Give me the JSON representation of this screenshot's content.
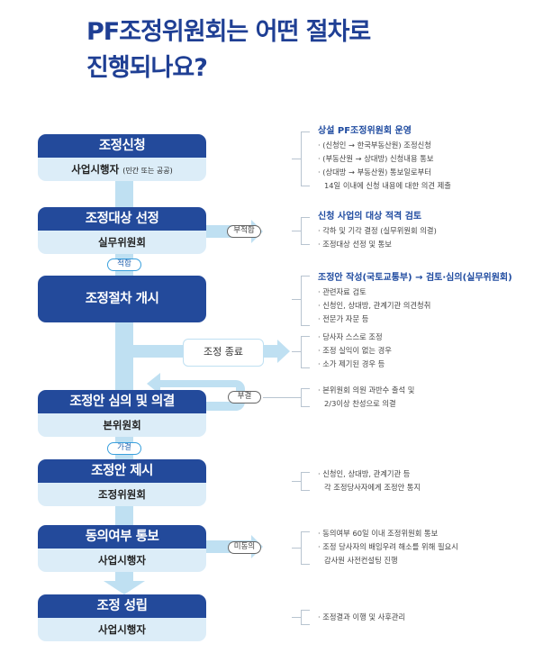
{
  "title": {
    "line1": "PF조정위원회는 어떤 절차로",
    "line2": "진행되나요?"
  },
  "steps": [
    {
      "title": "조정신청",
      "sub": "사업시행자",
      "sub_note": "(민간 또는 공공)"
    },
    {
      "title": "조정대상 선정",
      "sub": "실무위원회"
    },
    {
      "title": "조정절차 개시"
    },
    {
      "title": "조정안 심의 및 의결",
      "sub": "본위원회"
    },
    {
      "title": "조정안 제시",
      "sub": "조정위원회"
    },
    {
      "title": "동의여부 통보",
      "sub": "사업시행자"
    },
    {
      "title": "조정 성립",
      "sub": "사업시행자"
    }
  ],
  "labels": {
    "fit": "적합",
    "unfit": "부적합",
    "end": "조정 종료",
    "reject": "부결",
    "approve": "가결",
    "disagree": "미동의"
  },
  "notes": [
    {
      "title": "상설 PF조정위원회 운영",
      "items": [
        "· (신청인 → 한국부동산원) 조정신청",
        "· (부동산원 → 상대방) 신청내용 통보",
        "· (상대방 → 부동산원) 통보일로부터",
        "  14일 이내에 신청 내용에 대한 의견 제출"
      ]
    },
    {
      "title": "신청 사업의 대상 적격 검토",
      "items": [
        "· 각하 및 기각 결정 (실무위원회 의결)",
        "· 조정대상 선정 및 통보"
      ]
    },
    {
      "title": "조정안 작성(국토교통부) → 검토·심의(실무위원회)",
      "items": [
        "· 관련자료 검토",
        "· 신청인, 상대방, 관계기관 의견청취",
        "· 전문가 자문 등"
      ]
    },
    {
      "items": [
        "· 당사자 스스로 조정",
        "· 조정 실익이 없는 경우",
        "· 소가 제기된 경우 등"
      ]
    },
    {
      "items": [
        "· 본위원회 의원 과반수 출석 및",
        "  2/3이상 찬성으로 의결"
      ]
    },
    {
      "items": [
        "· 신청인, 상대방, 관계기관 등",
        "  각 조정당사자에게 조정안 통지"
      ]
    },
    {
      "items": [
        "· 동의여부 60일 이내 조정위원회 통보",
        "· 조정 당사자의 배임우려 해소를 위해 필요시",
        "  감사원 사전컨설팅 진행"
      ]
    },
    {
      "items": [
        "· 조정결과 이행 및 사후관리"
      ]
    }
  ],
  "colors": {
    "primary": "#234a9b",
    "light": "#dcedf8",
    "connector": "#bfe0f2"
  }
}
